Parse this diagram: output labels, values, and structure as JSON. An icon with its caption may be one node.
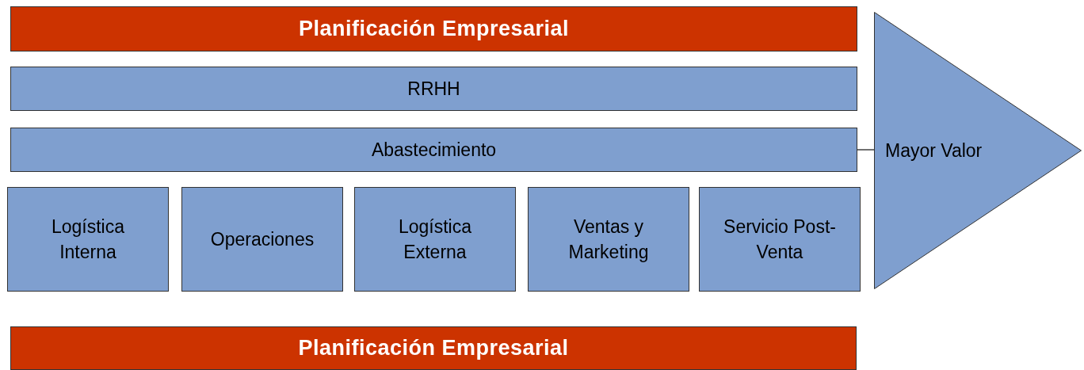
{
  "diagram": {
    "nodes": [
      {
        "text": [
          "Planificación Empresarial"
        ]
      },
      {
        "text": [
          "RRHH"
        ]
      },
      {
        "text": [
          "Abastecimiento"
        ]
      },
      {
        "text": [
          "Logística Interna"
        ]
      },
      {
        "text": [
          "Operaciones"
        ]
      },
      {
        "text": [
          "Logística Externa"
        ]
      },
      {
        "text": [
          "Ventas y Marketing"
        ]
      },
      {
        "text": [
          "Servicio Post-Venta"
        ]
      },
      {
        "text": [
          "Mayor Valor"
        ]
      },
      {
        "text": [
          "Planificación Empresarial"
        ]
      }
    ],
    "edges": [
      {
        "from": 2,
        "to": 8,
        "arrow": "none"
      }
    ]
  }
}
